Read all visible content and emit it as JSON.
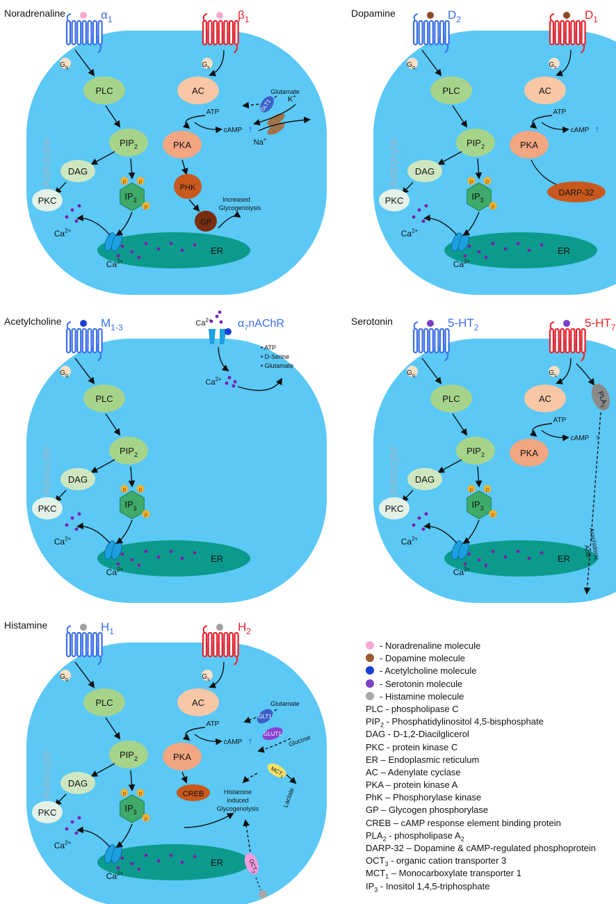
{
  "panels": [
    {
      "id": "noradrenaline",
      "title": "Noradrenaline",
      "ox": 0,
      "oy": 0,
      "molecule": "#f7a8cf",
      "r1": {
        "label": "α",
        "sub": "1",
        "g": "q"
      },
      "r2": {
        "label": "β",
        "sub": "1",
        "g": "s"
      },
      "cell": "Astrocyte",
      "extra": "glycogen"
    },
    {
      "id": "dopamine",
      "title": "Dopamine",
      "ox": 499,
      "oy": 0,
      "molecule": "#8b4a22",
      "r1": {
        "label": "D",
        "sub": "2",
        "g": "q"
      },
      "r2": {
        "label": "D",
        "sub": "1",
        "g": "s"
      },
      "cell": "Astrocyte",
      "extra": "darp"
    },
    {
      "id": "acetylcholine",
      "title": "Acetylcholine",
      "ox": 0,
      "oy": 443,
      "molecule": "#1a3fd6",
      "r1": {
        "label": "M",
        "sub": "1-3",
        "g": "q"
      },
      "r2": {
        "label": "α",
        "sub": "7",
        "rest": "nAChR"
      },
      "cell": "Astrocyte",
      "extra": "nachr"
    },
    {
      "id": "serotonin",
      "title": "Serotonin",
      "ox": 499,
      "oy": 443,
      "molecule": "#7a3fc6",
      "r1": {
        "label": "5-HT",
        "sub": "2",
        "g": "q"
      },
      "r2": {
        "label": "5-HT",
        "sub": "7",
        "g": "s"
      },
      "cell": "Astrocyte",
      "extra": "pla2"
    },
    {
      "id": "histamine",
      "title": "Histamine",
      "ox": 0,
      "oy": 880,
      "molecule": "#a0a0a0",
      "r1": {
        "label": "H",
        "sub": "1",
        "g": "q"
      },
      "r2": {
        "label": "H",
        "sub": "2",
        "g": "s"
      },
      "cell": "Astrocyte",
      "extra": "histamine"
    }
  ],
  "nodes": {
    "plc": "PLC",
    "pip": "PIP",
    "pip_sub": "2",
    "dag": "DAG",
    "pkc": "PKC",
    "ip": "IP",
    "ip_sub": "3",
    "p": "p",
    "er": "ER",
    "ca": "Ca",
    "ca_sup": "2+",
    "ac": "AC",
    "pka": "PKA",
    "atp": "ATP",
    "camp": "cAMP"
  },
  "glycogen": {
    "phk": "PHK",
    "gp": "GP",
    "increased": [
      "Increased",
      "Glycogenolysis"
    ],
    "glutamate": "Glutamate",
    "glt": "GLT1",
    "k": "K",
    "k_sup": "+",
    "na": "Na",
    "na_sup": "+"
  },
  "darp": {
    "label": "DARP-32"
  },
  "nachr": {
    "release": [
      "ATP",
      "D-Serine",
      "Glutamate"
    ]
  },
  "pla2": {
    "label": "PLA",
    "sub": "2",
    "acid": [
      "Arachidonic",
      "Acid"
    ]
  },
  "histamine_extra": {
    "creb": "CREB",
    "glutamate": "Glutamate",
    "glt": "GLT1",
    "glut": "GLUT1",
    "glucose": "Glucose",
    "mct": "MCT",
    "mct_sub": "1",
    "lactate": "Lactate",
    "induced": [
      "Histamine",
      "induced",
      "Glycogenolysis"
    ],
    "oct": "OCT",
    "oct_sub": "3",
    "histamine": "Histamine"
  },
  "colors": {
    "cell": "#5bc8f5",
    "blue_receptor": "#3a6ee8",
    "red_receptor": "#e8202a",
    "plc": "#a7d48b",
    "pip": "#a7d48b",
    "dag": "#cfe7c1",
    "pkc": "#e4f1e6",
    "ip3": "#3faa6a",
    "er": "#0c9a8c",
    "ac": "#f8c7a6",
    "pka": "#f3a682",
    "phk": "#c8581c",
    "gp": "#7a2e10",
    "darp": "#c8581c",
    "p": "#f2b232",
    "channel": "#1da0e0",
    "ca": "#7a1fb0"
  },
  "legend": {
    "molecules": [
      {
        "color": "#f7a8cf",
        "text": "-  Noradrenaline molecule"
      },
      {
        "color": "#9a5a30",
        "text": "-  Dopamine molecule"
      },
      {
        "color": "#1a3fd6",
        "text": "-  Acetylcholine molecule"
      },
      {
        "color": "#7a3fc6",
        "text": "-  Serotonin molecule"
      },
      {
        "color": "#a8a8a8",
        "text": "- Histamine molecule"
      }
    ],
    "entries": [
      {
        "a": "PLC - phospholipase C"
      },
      {
        "a": "PIP",
        "sub": "2",
        "b": " - Phosphatidylinositol 4,5-bisphosphate"
      },
      {
        "a": "DAG - D-1,2-Diacilglicerol"
      },
      {
        "a": "PKC - protein kinase C"
      },
      {
        "a": "ER – Endoplasmic reticulum"
      },
      {
        "a": "AC – Adenylate cyclase"
      },
      {
        "a": "PKA – protein kinase A"
      },
      {
        "a": "PhK – Phosphorylase kinase"
      },
      {
        "a": "GP – Glycogen phosphorylase"
      },
      {
        "a": "CREB – cAMP response element binding protein"
      },
      {
        "a": "PLA",
        "sub": "2",
        "b": " - phospholipase A",
        "sub2": "2"
      },
      {
        "a": "DARP-32 – Dopamine & cAMP-regulated phosphoprotein"
      },
      {
        "a": "OCT",
        "sub": "3",
        "b": " - organic cation transporter 3"
      },
      {
        "a": "MCT",
        "sub": "1",
        "b": " – Monocarboxylate transporter 1"
      },
      {
        "a": "IP",
        "sub": "3",
        "b": " - Inositol 1,4,5-triphosphate"
      }
    ]
  }
}
